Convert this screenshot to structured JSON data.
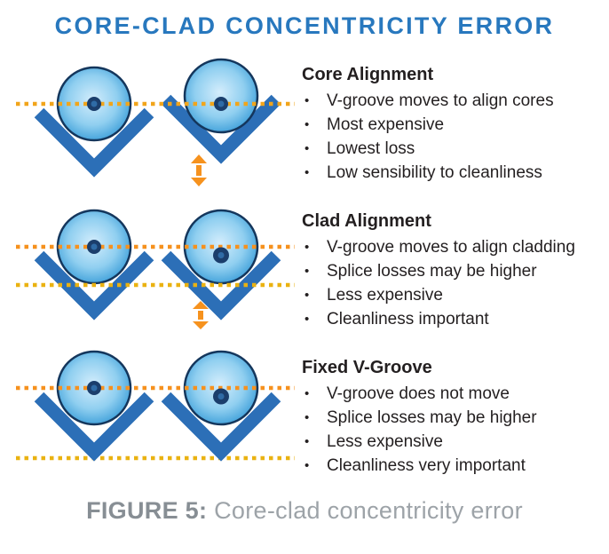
{
  "title": "CORE-CLAD CONCENTRICITY ERROR",
  "colors": {
    "title_blue": "#2878BE",
    "fiber_outline": "#14365C",
    "fiber_light": "#D4EDFC",
    "fiber_mid": "#90CFF0",
    "fiber_edge": "#2E96D5",
    "core_outer": "#1B3E6C",
    "core_inner": "#2F6BA6",
    "vgroove_blue": "#2C6FB7",
    "dotted_gold": "#F1A51B",
    "dotted_orange": "#F6911E",
    "dotted_yellow": "#EAB211",
    "arrow_orange": "#F6921E",
    "text_dark": "#231F20",
    "caption_bold_gray": "#878E94",
    "caption_gray": "#9DA3A8"
  },
  "bullet_char": "•",
  "sections": [
    {
      "heading": "Core Alignment",
      "bullets": [
        "V-groove moves to align cores",
        "Most expensive",
        "Lowest loss",
        "Low sensibility to cleanliness"
      ]
    },
    {
      "heading": "Clad Alignment",
      "bullets": [
        "V-groove moves to align cladding",
        "Splice losses may be higher",
        "Less expensive",
        "Cleanliness important"
      ]
    },
    {
      "heading": "Fixed V-Groove",
      "bullets": [
        "V-groove does not move",
        "Splice losses may be higher",
        "Less expensive",
        "Cleanliness very important"
      ]
    }
  ],
  "caption": {
    "label": "FIGURE 5:",
    "text": " Core-clad concentricity error"
  }
}
